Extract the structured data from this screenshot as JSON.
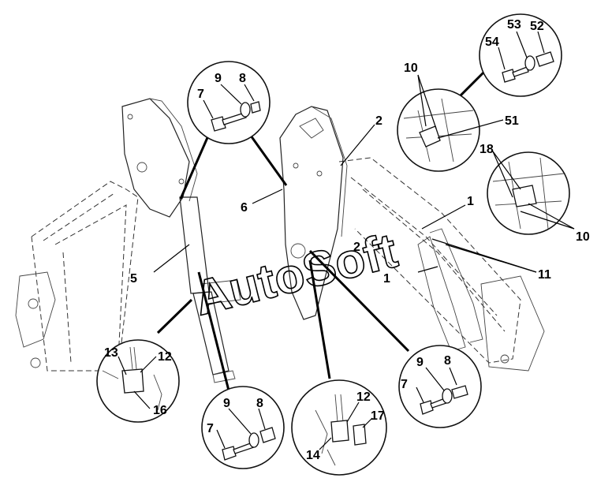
{
  "watermark": "AutoSoft",
  "callouts": {
    "main_1a": "1",
    "main_1b": "1",
    "main_2a": "2",
    "main_2b": "2",
    "main_5": "5",
    "main_6": "6",
    "main_10a": "10",
    "main_10b": "10",
    "main_11": "11",
    "main_18": "18",
    "main_51": "51",
    "bolt_top_7": "7",
    "bolt_top_8": "8",
    "bolt_top_9": "9",
    "bolt_right_7": "7",
    "bolt_right_8": "8",
    "bolt_right_9": "9",
    "bolt_bottom_7": "7",
    "bolt_bottom_8": "8",
    "bolt_bottom_9": "9",
    "bolt_tr_52": "52",
    "bolt_tr_53": "53",
    "bolt_tr_54": "54",
    "hose_left_12": "12",
    "hose_left_13": "13",
    "hose_left_16": "16",
    "hose_center_12": "12",
    "hose_center_14": "14",
    "hose_center_17": "17"
  }
}
